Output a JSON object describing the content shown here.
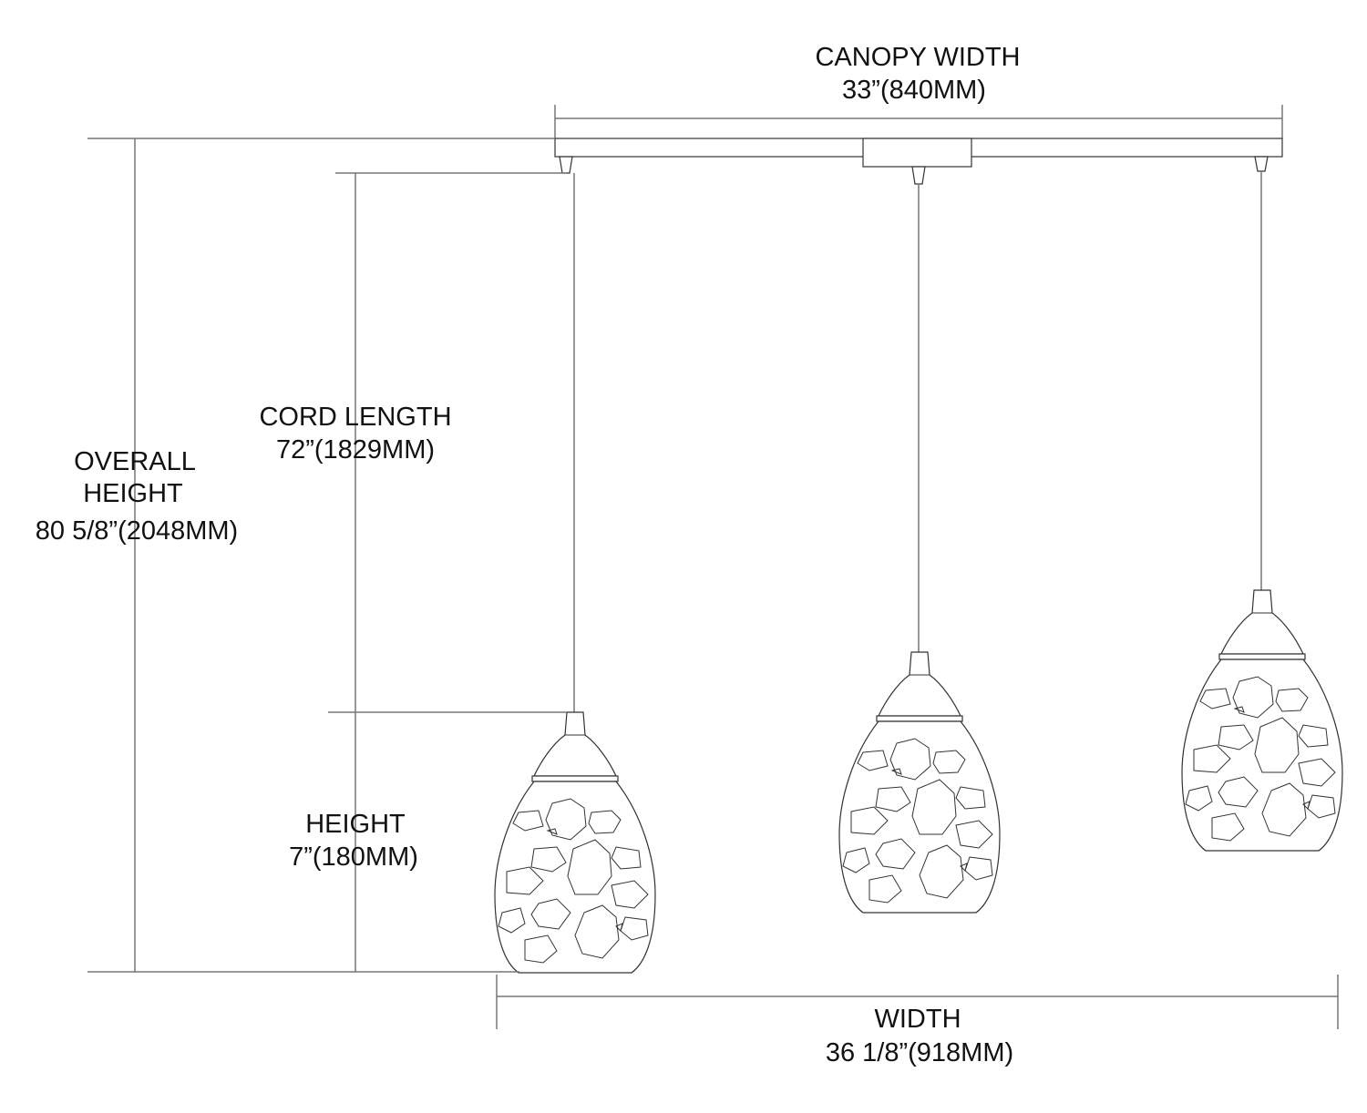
{
  "canopy_width": {
    "label": "CANOPY WIDTH",
    "value": "33”(840MM)"
  },
  "overall_height": {
    "label_line1": "OVERALL",
    "label_line2": "HEIGHT",
    "value": "80 5/8”(2048MM)"
  },
  "cord_length": {
    "label": "CORD LENGTH",
    "value": "72”(1829MM)"
  },
  "height": {
    "label": "HEIGHT",
    "value": "7”(180MM)"
  },
  "width": {
    "label": "WIDTH",
    "value": "36 1/8”(918MM)"
  },
  "pendant_count": 3
}
